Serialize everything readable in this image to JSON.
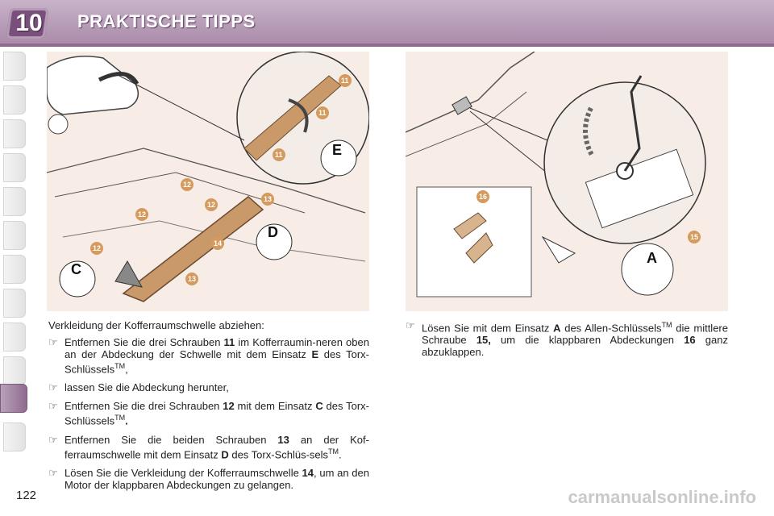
{
  "header": {
    "chapter_number": "10",
    "title": "PRAKTISCHE TIPPS"
  },
  "left_figure": {
    "callouts": [
      "11",
      "11",
      "11",
      "12",
      "12",
      "12",
      "12",
      "13",
      "13",
      "14"
    ],
    "inserts": [
      "E",
      "D",
      "C"
    ]
  },
  "right_figure": {
    "callouts": [
      "16",
      "15"
    ],
    "inserts": [
      "A"
    ]
  },
  "left_column": {
    "intro": "Verkleidung der Kofferraumschwelle abziehen:",
    "bullet_symbol": "☞",
    "bullets": [
      {
        "a": "Entfernen Sie die drei Schrauben ",
        "b": "11",
        "c": " im Kofferraumin-neren oben an der Abdeckung der Schwelle mit dem Einsatz ",
        "d": "E",
        "e": " des Torx-Schlüssels",
        "tm": "TM",
        "f": ","
      },
      {
        "a": "lassen Sie die Abdeckung herunter,"
      },
      {
        "a": "Entfernen Sie die drei Schrauben ",
        "b": "12",
        "c": " mit dem Einsatz ",
        "d": "C",
        "e": " des Torx-Schlüssels",
        "tm": "TM",
        "f": "."
      },
      {
        "a": "Entfernen Sie die beiden Schrauben ",
        "b": "13",
        "c": " an der Kof-ferraumschwelle mit dem Einsatz ",
        "d": "D",
        "e": " des Torx-Schlüs-sels",
        "tm": "TM",
        "f": "."
      },
      {
        "a": "Lösen Sie die Verkleidung der Kofferraumschwelle ",
        "b": "14",
        "c": ", um an den Motor der klappbaren Abdeckungen zu gelangen."
      }
    ]
  },
  "right_column": {
    "bullets": [
      {
        "a": "Lösen Sie mit dem Einsatz ",
        "b": "A",
        "c": " des Allen-Schlüssels",
        "tm": "TM",
        "d": " die mittlere Schraube ",
        "e": "15,",
        "f": " um die klappbaren Abdeckungen ",
        "g": "16",
        "h": " ganz abzuklappen."
      }
    ]
  },
  "footer": {
    "page_number": "122",
    "watermark": "carmanualsonline.info"
  },
  "colors": {
    "header": "#a98aa9",
    "badge": "#7a4f7c",
    "panel_bg": "#f8ece6",
    "callout": "#d49a5e",
    "trim": "#c9996a"
  }
}
